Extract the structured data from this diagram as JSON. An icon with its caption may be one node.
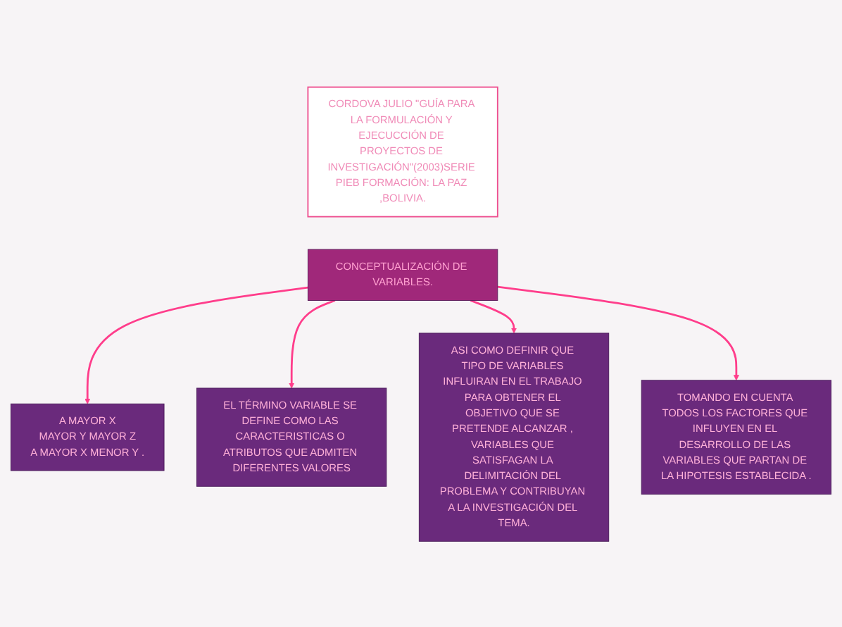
{
  "diagram": {
    "nodes": [
      {
        "text": [
          "CORDOVA JULIO \"GUÍA PARA LA FORMULACIÓN Y EJECUCCIÓN DE PROYECTOS DE INVESTIGACIÓN\"(2003)SERIE PIEB FORMACIÓN: LA PAZ ,BOLIVIA."
        ]
      },
      {
        "text": [
          "A MAYOR X",
          "MAYOR Y MAYOR Z",
          "A MAYOR X MENOR Y ."
        ]
      },
      {
        "text": [
          "CONCEPTUALIZACIÓN DE VARIABLES."
        ]
      },
      {
        "text": [
          "EL TÉRMINO VARIABLE SE DEFINE COMO LAS CARACTERISTICAS O ATRIBUTOS QUE ADMITEN DIFERENTES VALORES"
        ]
      },
      {
        "text": [
          "ASI COMO DEFINIR QUE TIPO DE VARIABLES INFLUIRAN EN EL TRABAJO PARA OBTENER EL OBJETIVO QUE SE PRETENDE ALCANZAR , VARIABLES QUE SATISFAGAN LA DELIMITACIÓN DEL PROBLEMA Y CONTRIBUYAN A LA INVESTIGACIÓN DEL TEMA."
        ]
      },
      {
        "text": [
          "TOMANDO EN CUENTA TODOS LOS FACTORES QUE INFLUYEN EN EL DESARROLLO DE LAS VARIABLES QUE PARTAN DE LA HIPOTESIS ESTABLECIDA ."
        ]
      }
    ],
    "edges": [
      {
        "from": 2,
        "to": 1,
        "arrow": "to"
      },
      {
        "from": 2,
        "to": 3,
        "arrow": "to"
      },
      {
        "from": 2,
        "to": 4,
        "arrow": "to"
      },
      {
        "from": 2,
        "to": 5,
        "arrow": "to"
      }
    ]
  }
}
